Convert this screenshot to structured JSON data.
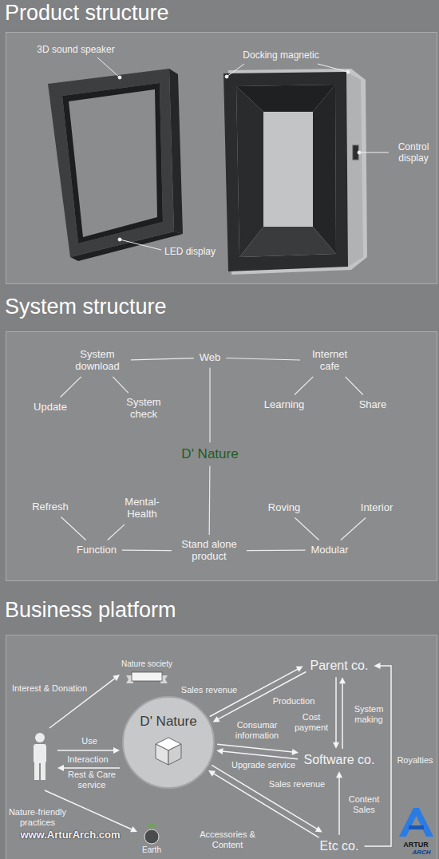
{
  "diagram": {
    "nodes": [
      {
        "text": [
          "Product structure"
        ]
      },
      {
        "text": [
          "System structure"
        ]
      },
      {
        "text": [
          "Business platform"
        ]
      },
      {
        "text": [
          "Web"
        ],
        "in": 1
      },
      {
        "text": [
          "System download"
        ],
        "in": 1
      },
      {
        "text": [
          "Internet cafe"
        ],
        "in": 1
      },
      {
        "text": [
          "Update"
        ],
        "in": 1
      },
      {
        "text": [
          "System check"
        ],
        "in": 1
      },
      {
        "text": [
          "Learning"
        ],
        "in": 1
      },
      {
        "text": [
          "Share"
        ],
        "in": 1
      },
      {
        "text": [
          "D' Nature"
        ],
        "in": 1
      },
      {
        "text": [
          "Stand alone product"
        ],
        "in": 1
      },
      {
        "text": [
          "Function"
        ],
        "in": 1
      },
      {
        "text": [
          "Modular"
        ],
        "in": 1
      },
      {
        "text": [
          "Refresh"
        ],
        "in": 1
      },
      {
        "text": [
          "Mental- Health"
        ],
        "in": 1
      },
      {
        "text": [
          "Roving"
        ],
        "in": 1
      },
      {
        "text": [
          "Interior"
        ],
        "in": 1
      },
      {
        "text": [
          "Nature society"
        ],
        "in": 2
      },
      {
        "text": [
          "D' Nature"
        ],
        "in": 2
      },
      {
        "text": [
          "Parent co."
        ],
        "in": 2
      },
      {
        "text": [
          "Software co."
        ],
        "in": 2
      },
      {
        "text": [
          "Etc co."
        ],
        "in": 2
      },
      {
        "text": [
          "Earth"
        ],
        "in": 2
      }
    ],
    "edges": [
      {
        "from": 4,
        "to": 3,
        "arrow": "none"
      },
      {
        "from": 3,
        "to": 5,
        "arrow": "none"
      },
      {
        "from": 4,
        "to": 6,
        "arrow": "none"
      },
      {
        "from": 4,
        "to": 7,
        "arrow": "none"
      },
      {
        "from": 5,
        "to": 8,
        "arrow": "none"
      },
      {
        "from": 5,
        "to": 9,
        "arrow": "none"
      },
      {
        "from": 3,
        "to": 10,
        "arrow": "none"
      },
      {
        "from": 10,
        "to": 11,
        "arrow": "none"
      },
      {
        "from": 12,
        "to": 11,
        "arrow": "none"
      },
      {
        "from": 11,
        "to": 13,
        "arrow": "none"
      },
      {
        "from": 12,
        "to": 14,
        "arrow": "none"
      },
      {
        "from": 12,
        "to": 15,
        "arrow": "none"
      },
      {
        "from": 13,
        "to": 16,
        "arrow": "none"
      },
      {
        "from": 13,
        "to": 17,
        "arrow": "none"
      },
      {
        "from": 19,
        "to": 20,
        "label": "Sales revenue",
        "arrow": "to"
      },
      {
        "from": 20,
        "to": 19,
        "label": "Production",
        "arrow": "to"
      },
      {
        "from": 20,
        "to": 21,
        "label": "Cost payment",
        "arrow": "to"
      },
      {
        "from": 21,
        "to": 20,
        "label": "System making",
        "arrow": "to"
      },
      {
        "from": 19,
        "to": 21,
        "label": "Consumar information",
        "arrow": "to"
      },
      {
        "from": 21,
        "to": 19,
        "label": "Upgrade service",
        "arrow": "to"
      },
      {
        "from": 19,
        "to": 22,
        "label": "Sales revenue",
        "arrow": "to"
      },
      {
        "from": 22,
        "to": 19,
        "label": "Accessories & Content",
        "arrow": "to"
      },
      {
        "from": 22,
        "to": 21,
        "label": "Content Sales",
        "arrow": "to"
      },
      {
        "from": 22,
        "to": 20,
        "label": "Royalties",
        "arrow": "to"
      }
    ],
    "labels": [
      "3D sound speaker",
      "LED display",
      "Docking magnetic",
      "Control display",
      "Interest & Donation",
      "Use",
      "Interaction",
      "Rest & Care service",
      "Nature-friendly practices",
      "www.ArturArch.com",
      "ARTUR",
      "ARCH"
    ]
  }
}
